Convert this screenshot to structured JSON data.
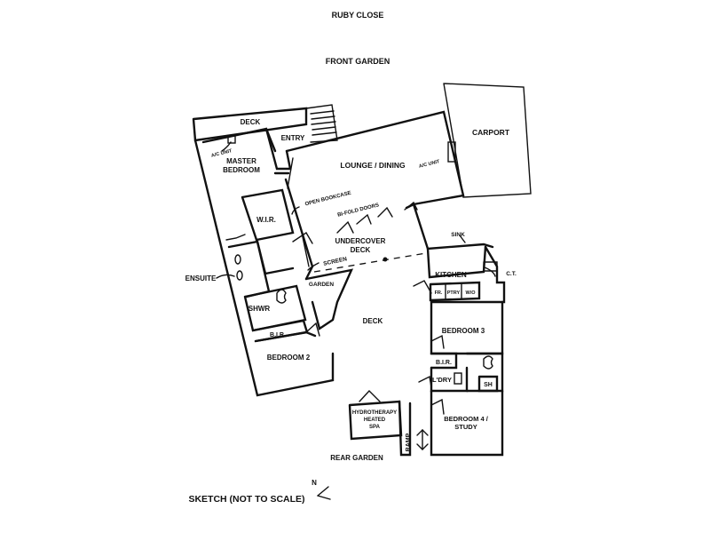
{
  "labels": {
    "street": "RUBY CLOSE",
    "front_garden": "FRONT GARDEN",
    "deck_top": "DECK",
    "ac_unit_1": "A/C UNIT",
    "master_bedroom_line1": "MASTER",
    "master_bedroom_line2": "BEDROOM",
    "entry": "ENTRY",
    "lounge_dining": "LOUNGE /  DINING",
    "ac_unit_2": "A/C UNIT",
    "carport": "CARPORT",
    "open_bookcase": "OPEN BOOKCASE",
    "bi_fold_doors": "BI-FOLD DOORS",
    "wir": "W.I.R.",
    "undercover_deck_line1": "UNDERCOVER",
    "undercover_deck_line2": "DECK",
    "sink": "SINK",
    "screen": "SCREEN",
    "kitchen": "KITCHEN",
    "ct": "C.T.",
    "ensuite": "ENSUITE",
    "garden": "GARDEN",
    "fr": "FR.",
    "ptry": "PTRY",
    "wo": "W/O",
    "shwr": "SHWR",
    "deck_mid": "DECK",
    "bedroom3": "BEDROOM 3",
    "bir_1": "B.I.R.",
    "bedroom2": "BEDROOM 2",
    "bir_2": "B.I.R.",
    "ldry": "L'DRY",
    "sh": "SH",
    "spa_line1": "HYDROTHERAPY",
    "spa_line2": "HEATED",
    "spa_line3": "SPA",
    "bedroom4_line1": "BEDROOM 4 /",
    "bedroom4_line2": "STUDY",
    "ramp": "RAMP",
    "rear_garden": "REAR GARDEN",
    "north": "N",
    "sketch_note": "SKETCH (NOT TO SCALE)"
  }
}
